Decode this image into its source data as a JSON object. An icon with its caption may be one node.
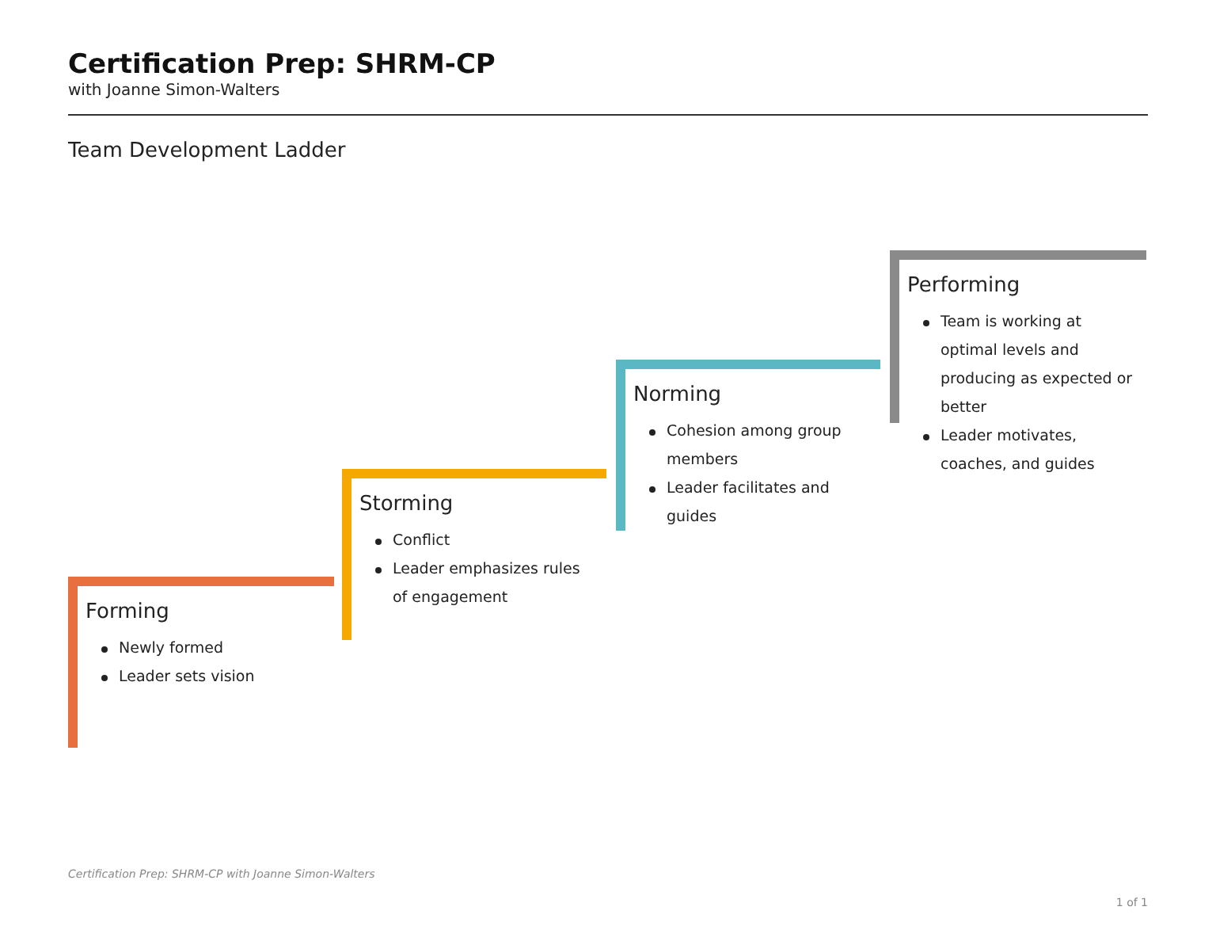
{
  "diagram": {
    "title": "Certification Prep: SHRM-CP",
    "nodes": [
      {
        "text": [
          "Forming",
          "Newly formed",
          "Leader sets vision"
        ]
      },
      {
        "text": [
          "Storming",
          "Conflict",
          "Leader emphasizes rules of engagement"
        ]
      },
      {
        "text": [
          "Norming",
          "Cohesion among group members",
          "Leader facilitates and guides"
        ]
      },
      {
        "text": [
          "Performing",
          "Team is working at optimal levels and producing as expected or better",
          "Leader motivates, coaches, and guides"
        ]
      }
    ],
    "edges": [],
    "labels": [
      "with Joanne Simon-Walters",
      "Team Development Ladder",
      "Certification Prep: SHRM-CP with Joanne Simon-Walters",
      "1 of 1"
    ]
  }
}
